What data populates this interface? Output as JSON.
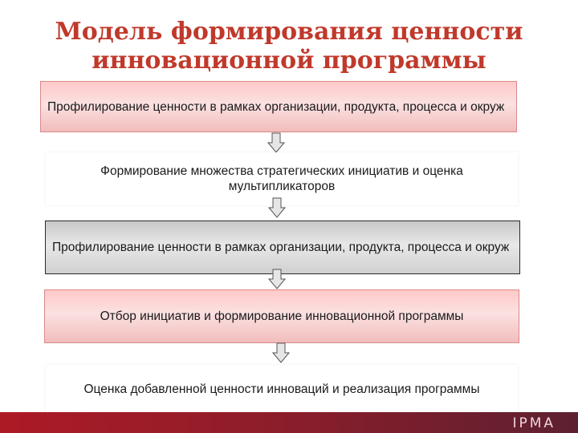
{
  "title": {
    "line1": "Модель формирования ценности",
    "line2": "инновационной программы"
  },
  "steps": [
    {
      "text": "Профилирование ценности в рамках организации, продукта, процесса и окруж"
    },
    {
      "line1": "Формирование множества стратегических инициатив и оценка",
      "line2": "мультипликаторов"
    },
    {
      "text": "Профилирование ценности в рамках организации, продукта, процесса и окруж"
    },
    {
      "text": "Отбор инициатив и формирование инновационной программы"
    },
    {
      "text": "Оценка добавленной ценности инноваций и реализация программы"
    }
  ],
  "footer": {
    "logo": "IPMA"
  },
  "colors": {
    "title": "#c0392b",
    "pink_box": "#fbd6d6",
    "gray_box": "#dcdcdc",
    "bar": "#9b1c2b"
  }
}
